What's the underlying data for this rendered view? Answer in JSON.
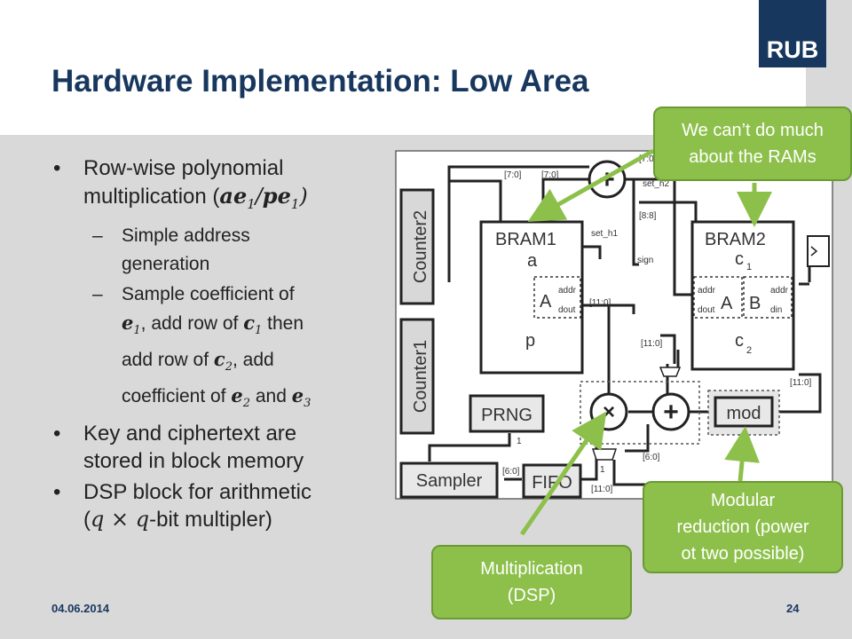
{
  "slide": {
    "title": "Hardware Implementation: Low Area",
    "logo": "RUB",
    "date": "04.06.2014",
    "page": "24"
  },
  "bullets": {
    "b1_l1": "Row-wise polynomial",
    "b1_l2": "multiplication (",
    "b1_m1": "ae",
    "b1_s1": "1",
    "b1_sep": "/",
    "b1_m2": "pe",
    "b1_s2": "1",
    "b1_close": ")",
    "s1_l1": "Simple address",
    "s1_l2": "generation",
    "s2_l1": "Sample coefficient of",
    "s2_e1": "e",
    "s2_e1s": "1",
    "s2_t1": ", add row of ",
    "s2_c1": "c",
    "s2_c1s": "1",
    "s2_t2": " then",
    "s2_l3a": "add row of ",
    "s2_c2": "c",
    "s2_c2s": "2",
    "s2_l3b": ", add",
    "s2_l4a": "coefficient of ",
    "s2_e2": "e",
    "s2_e2s": "2",
    "s2_and": " and ",
    "s2_e3": "e",
    "s2_e3s": "3",
    "b2_l1": "Key and ciphertext are",
    "b2_l2": "stored in block memory",
    "b3_l1": "DSP block for arithmetic",
    "b3_open": "(",
    "b3_q1": "q",
    "b3_times": " × ",
    "b3_q2": "q",
    "b3_rest": "-bit multipler)"
  },
  "diagram": {
    "counter2": "Counter2",
    "counter1": "Counter1",
    "prng": "PRNG",
    "sampler": "Sampler",
    "fifo": "FIFO",
    "bram1": "BRAM1",
    "bram1_a": "a",
    "bram1_A": "A",
    "bram1_p": "p",
    "bram2": "BRAM2",
    "bram2_c": "c",
    "bram2_c1s": "1",
    "bram2_A": "A",
    "bram2_B": "B",
    "bram2_c2": "c",
    "bram2_c2s": "2",
    "addr": "addr",
    "dout": "dout",
    "din": "din",
    "mod": "mod",
    "mult": "×",
    "plus": "+",
    "sign": "sign",
    "set_h1": "set_h1",
    "set_h2": "set_h2",
    "w70a": "[7:0]",
    "w70b": "[7:0]",
    "w70c": "[7:0",
    "w88": "[8:8]",
    "w110a": "[11:0]",
    "w110b": "[11:0]",
    "w110c": "[11:0]",
    "w110d": "[11:0]",
    "w60a": "[6:0]",
    "w60b": "[6:0]",
    "one_a": "1",
    "one_b": "1"
  },
  "callouts": {
    "rams_l1": "We can’t do much",
    "rams_l2": "about the RAMs",
    "mult_l1": "Multiplication",
    "mult_l2": "(DSP)",
    "mod_l1": "Modular",
    "mod_l2": "reduction (power",
    "mod_l3": "ot two possible)"
  },
  "colors": {
    "title": "#17375e",
    "logo_bg": "#17375e",
    "callout": "#8dc04b",
    "arrow": "#8dc04b",
    "body_bg": "#d9d9d9"
  }
}
